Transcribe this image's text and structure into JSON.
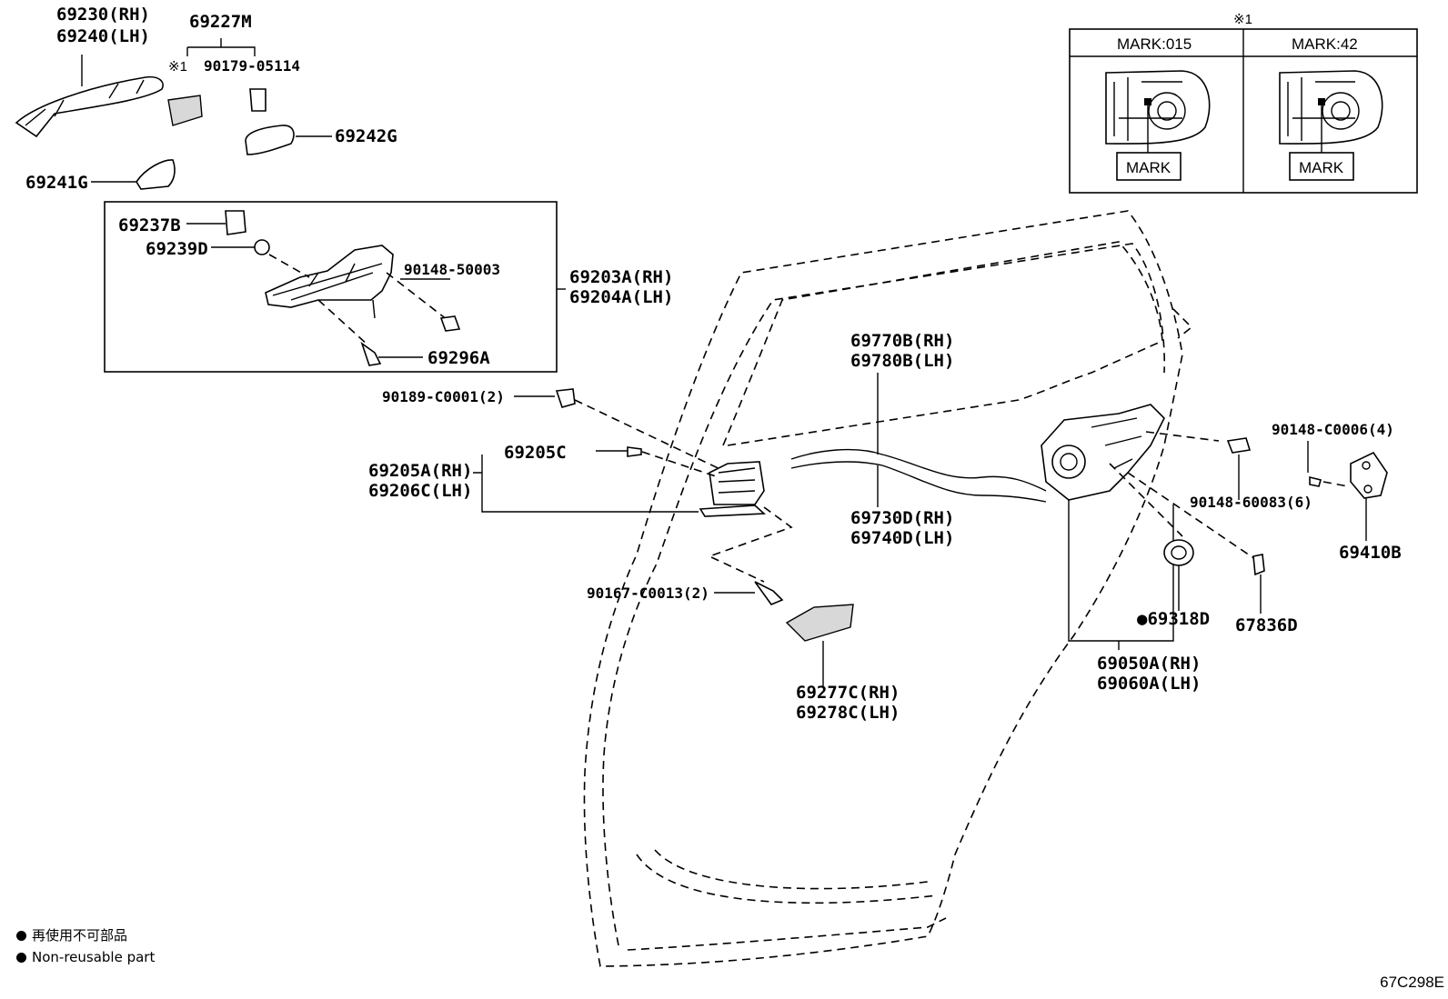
{
  "labels": {
    "p69230": "69230(RH)",
    "p69240": "69240(LH)",
    "p69227M": "69227M",
    "note1_mark": "※1",
    "p90179": "90179-05114",
    "p69242G": "69242G",
    "p69241G": "69241G",
    "p69237B": "69237B",
    "p69239D": "69239D",
    "p90148_50003": "90148-50003",
    "p69203A": "69203A(RH)",
    "p69204A": "69204A(LH)",
    "p69296A": "69296A",
    "p90189": "90189-C0001(2)",
    "p69205C": "69205C",
    "p69205A": "69205A(RH)",
    "p69206C": "69206C(LH)",
    "p90167": "90167-C0013(2)",
    "p69277C": "69277C(RH)",
    "p69278C": "69278C(LH)",
    "p69770B": "69770B(RH)",
    "p69780B": "69780B(LH)",
    "p69730D": "69730D(RH)",
    "p69740D": "69740D(LH)",
    "p90148_C0006": "90148-C0006(4)",
    "p90148_60083": "90148-60083(6)",
    "p69410B": "69410B",
    "p69318D": "●69318D",
    "p67836D": "67836D",
    "p69050A": "69050A(RH)",
    "p69060A": "69060A(LH)"
  },
  "inset": {
    "note_mark": "※1",
    "col1_header": "MARK:015",
    "col2_header": "MARK:42",
    "col1_callout": "MARK",
    "col2_callout": "MARK"
  },
  "legend": {
    "line1": "再使用不可部品",
    "line2": "Non-reusable part"
  },
  "doc_id": "67C298E"
}
